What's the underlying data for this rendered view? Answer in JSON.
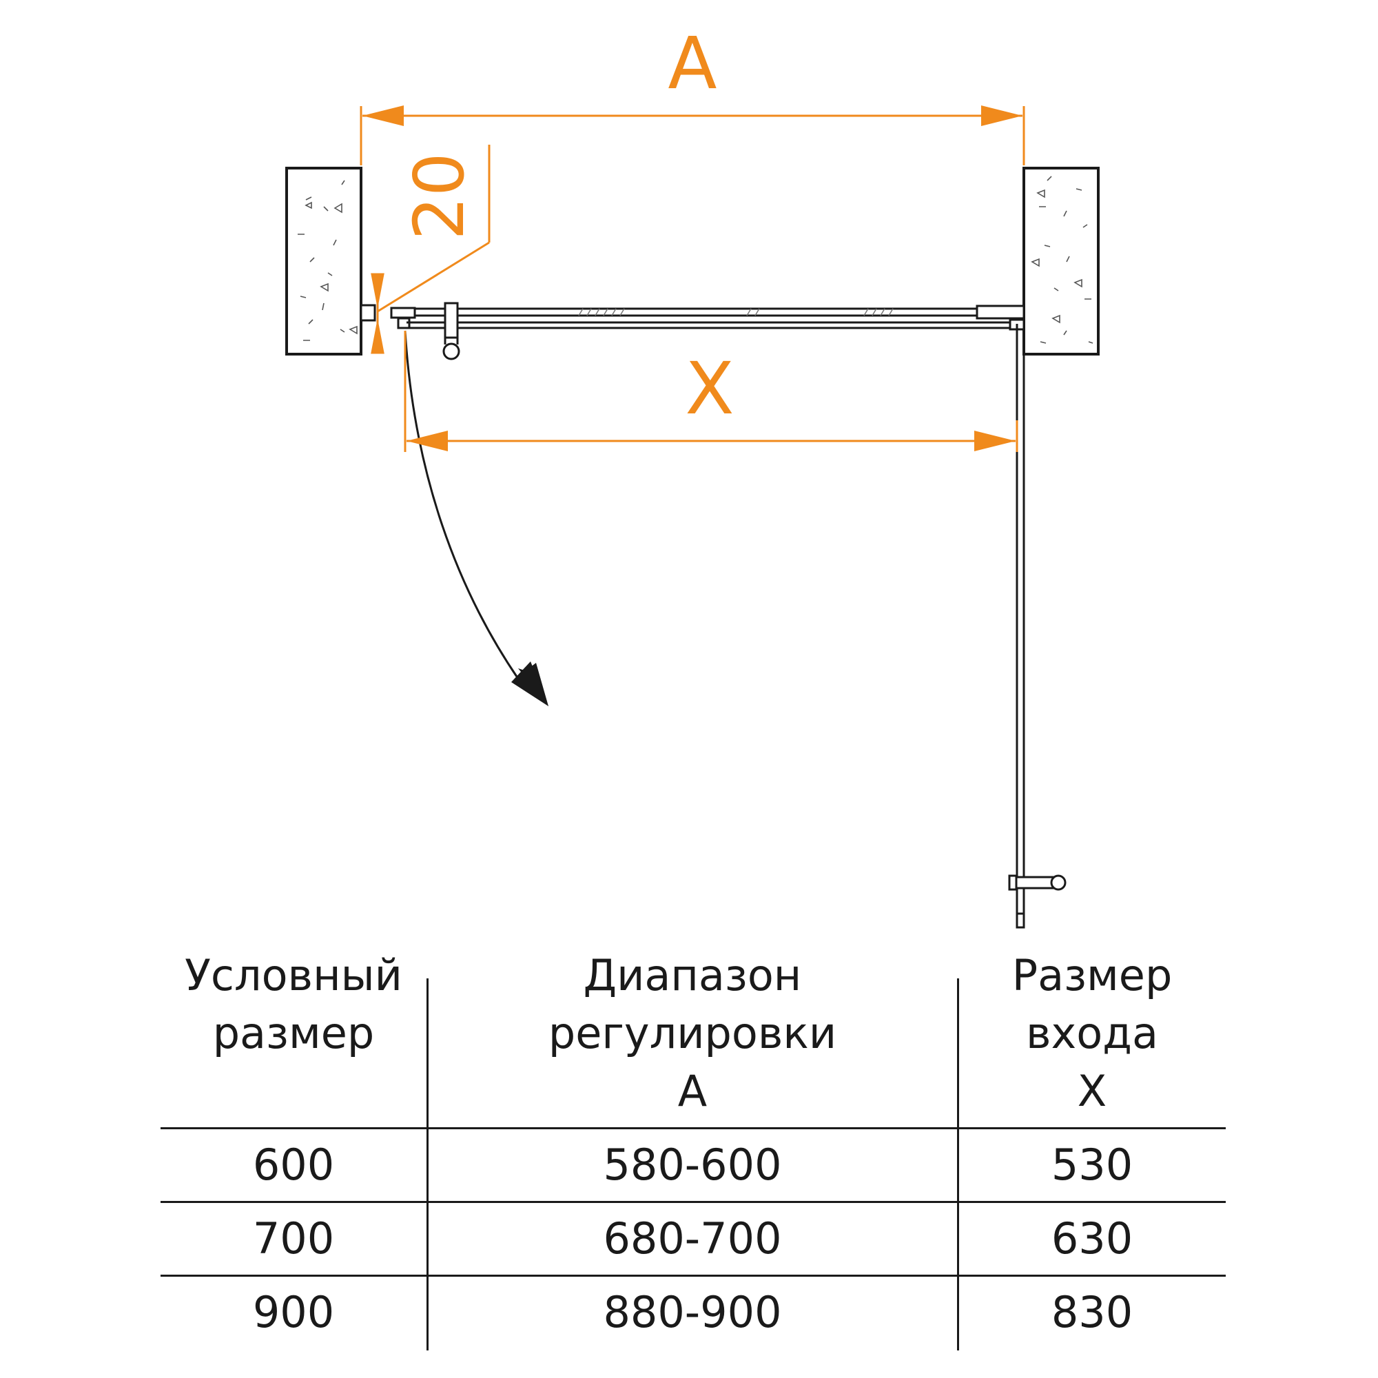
{
  "drawing": {
    "dimension_labels": {
      "overall_width": "A",
      "entrance_width": "X",
      "offset": "20"
    },
    "colors": {
      "dimension": "#f08a1c",
      "line": "#1a1a1a"
    }
  },
  "table": {
    "headers": [
      [
        "Условный",
        "размер"
      ],
      [
        "Диапазон",
        "регулировки",
        "A"
      ],
      [
        "Размер",
        "входа",
        "X"
      ]
    ],
    "rows": [
      [
        "600",
        "580-600",
        "530"
      ],
      [
        "700",
        "680-700",
        "630"
      ],
      [
        "900",
        "880-900",
        "830"
      ]
    ]
  }
}
